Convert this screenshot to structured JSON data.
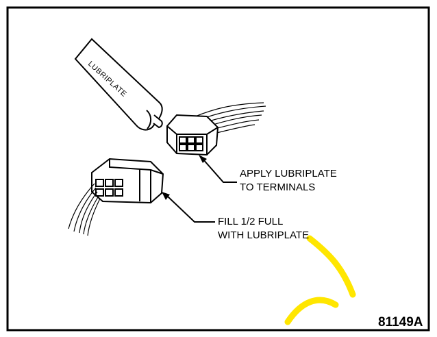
{
  "tube_label": "LUBRIPLATE",
  "callouts": {
    "apply": [
      "APPLY LUBRIPLATE",
      "TO TERMINALS"
    ],
    "fill": [
      "FILL 1/2 FULL",
      "WITH LUBRIPLATE"
    ]
  },
  "figure_number": "81149A",
  "colors": {
    "ink": "#000000",
    "watermark": "#ffe600"
  }
}
